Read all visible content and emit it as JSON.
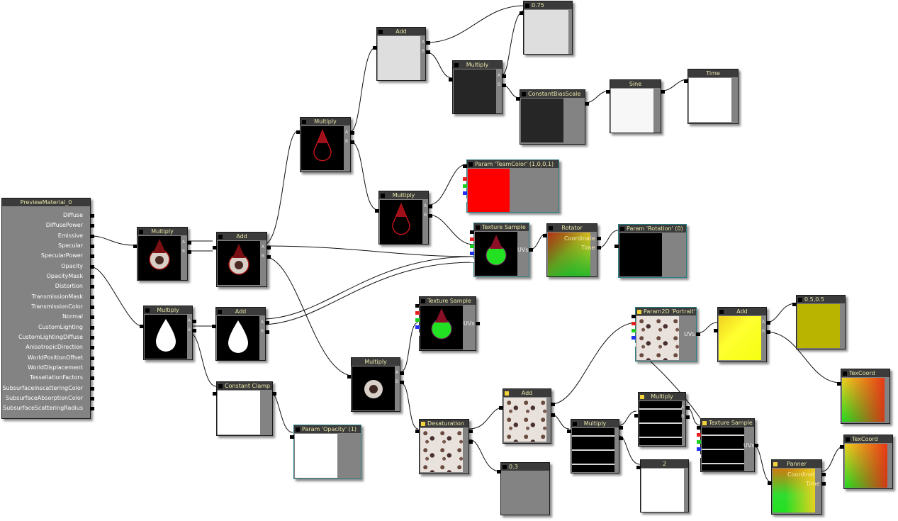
{
  "preview_material": {
    "title": "PreviewMaterial_0",
    "inputs": [
      "Diffuse",
      "DiffusePower",
      "Emissive",
      "Specular",
      "SpecularPower",
      "Opacity",
      "OpacityMask",
      "Distortion",
      "TransmissionMask",
      "TransmissionColor",
      "Normal",
      "CustomLighting",
      "CustomLightingDiffuse",
      "AnisotropicDirection",
      "WorldPositionOffset",
      "WorldDisplacement",
      "TessellationFactors",
      "SubsurfaceInscatteringColor",
      "SubsurfaceAbsorptionColor",
      "SubsurfaceScatteringRadius"
    ]
  },
  "nodes": {
    "const_075": "0.75",
    "add_top": "Add",
    "multiply_top": "Multiply",
    "cbs": "ConstantBiasScale",
    "sine": "Sine",
    "time": "Time",
    "multiply_upper": "Multiply",
    "param_teamcolor": "Param 'TeamColor' (1,0,0,1)",
    "multiply_mid": "Multiply",
    "texsample_1": "Texture Sample",
    "rotator": "Rotator",
    "param_rotation": "Param 'Rotation' (0)",
    "multiply_emissive": "Multiply",
    "add_emissive": "Add",
    "multiply_opacity": "Multiply",
    "add_opacity": "Add",
    "constant_clamp": "Constant Clamp",
    "param_opacity": "Param 'Opacity' (1)",
    "texsample_2": "Texture Sample",
    "multiply_portrait": "Multiply",
    "param2d_portrait": "Param2D 'Portrait'",
    "add_uv": "Add",
    "const_0505": "0.5,0.5",
    "texcoord_1": "TexCoord",
    "add_bottom": "Add",
    "desaturation": "Desaturation",
    "const_03": "0.3",
    "multiply_bottom": "Multiply",
    "multiply_bottom2": "Multiply",
    "const_2": "2",
    "texsample_3": "Texture Sample",
    "panner": "Panner",
    "texcoord_2": "TexCoord"
  },
  "pins": {
    "a": "A",
    "b": "B",
    "uvs": "UVs",
    "coordinate": "Coordinate",
    "time": "Time",
    "coordinat": "Coordinat"
  }
}
